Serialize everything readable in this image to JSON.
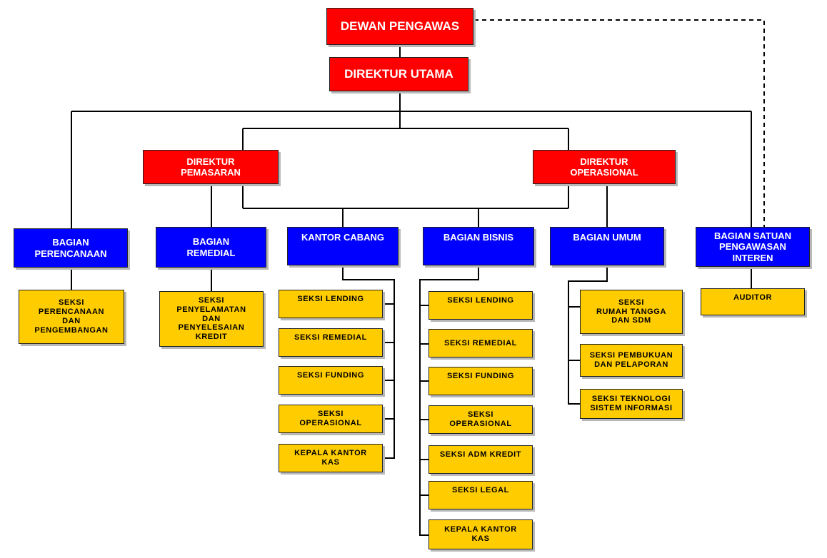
{
  "org_chart": {
    "top": {
      "dewan_pengawas": "DEWAN PENGAWAS",
      "direktur_utama": "DIREKTUR UTAMA"
    },
    "directors": {
      "pemasaran": "DIREKTUR\nPEMASARAN",
      "operasional": "DIREKTUR\nOPERASIONAL"
    },
    "departments": {
      "perencanaan": "BAGIAN\nPERENCANAAN",
      "remedial": "BAGIAN\nREMEDIAL",
      "kantor_cabang": "KANTOR CABANG",
      "bisnis": "BAGIAN  BISNIS",
      "umum": "BAGIAN  UMUM",
      "spi": "BAGIAN  SATUAN\nPENGAWASAN\nINTEREN"
    },
    "sections": {
      "perencanaan": [
        "SEKSI\nPERENCANAAN\nDAN\nPENGEMBANGAN"
      ],
      "remedial": [
        "SEKSI\nPENYELAMATAN\nDAN\nPENYELESAIAN\nKREDIT"
      ],
      "kantor_cabang": [
        "SEKSI LENDING",
        "SEKSI REMEDIAL",
        "SEKSI FUNDING",
        "SEKSI\nOPERASIONAL",
        "KEPALA KANTOR\nKAS"
      ],
      "bisnis": [
        "SEKSI LENDING",
        "SEKSI REMEDIAL",
        "SEKSI FUNDING",
        "SEKSI\nOPERASIONAL",
        "SEKSI ADM KREDIT",
        "SEKSI LEGAL",
        "KEPALA KANTOR\nKAS"
      ],
      "umum": [
        "SEKSI\nRUMAH TANGGA\nDAN SDM",
        "SEKSI PEMBUKUAN\nDAN PELAPORAN",
        "SEKSI TEKNOLOGI\nSISTEM INFORMASI"
      ],
      "spi": [
        "AUDITOR"
      ]
    },
    "colors": {
      "executive": "#ff0000",
      "department": "#0000ff",
      "section": "#ffcc00",
      "line": "#000000"
    }
  }
}
